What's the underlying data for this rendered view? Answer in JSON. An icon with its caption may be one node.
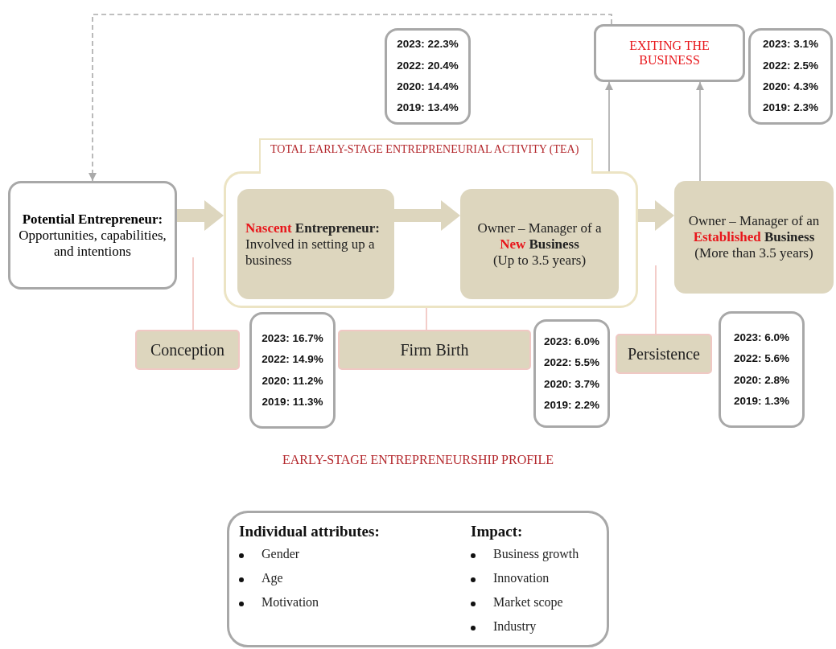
{
  "diagram": {
    "nodes": [
      {
        "text": [
          "Potential Entrepreneur:",
          "Opportunities, capabilities, and intentions"
        ]
      },
      {
        "text": [
          "TOTAL EARLY-STAGE ENTREPRENEURIAL ACTIVITY (TEA)"
        ]
      },
      {
        "text": [
          "**Nascent** Entrepreneur:",
          "Involved in setting up a business"
        ],
        "in": 1
      },
      {
        "text": [
          "Owner – Manager of a **New** **Business**",
          "(Up to 3.5 years)"
        ],
        "in": 1
      },
      {
        "text": [
          "Owner – Manager of an **Established** **Business**",
          "(More than 3.5 years)"
        ]
      },
      {
        "text": [
          "EXITING THE BUSINESS"
        ]
      },
      {
        "text": [
          "2023: 22.3%",
          "2022: 20.4%",
          "2020: 14.4%",
          "2019: 13.4%"
        ]
      },
      {
        "text": [
          "2023: 3.1%",
          "2022: 2.5%",
          "2020: 4.3%",
          "2019: 2.3%"
        ]
      },
      {
        "text": [
          "Conception"
        ]
      },
      {
        "text": [
          "Firm Birth"
        ]
      },
      {
        "text": [
          "Persistence"
        ]
      },
      {
        "text": [
          "2023: 16.7%",
          "2022: 14.9%",
          "2020: 11.2%",
          "2019: 11.3%"
        ]
      },
      {
        "text": [
          "2023: 6.0%",
          "2022: 5.5%",
          "2020: 3.7%",
          "2019: 2.2%"
        ]
      },
      {
        "text": [
          "2023: 6.0%",
          "2022: 5.6%",
          "2020: 2.8%",
          "2019: 1.3%"
        ]
      },
      {
        "text": [
          "Individual attributes:",
          "Gender",
          "Age",
          "Motivation",
          "Impact:",
          "Business growth",
          "Innovation",
          "Market scope",
          "Industry"
        ]
      }
    ],
    "edges": [
      {
        "from": 0,
        "to": 1,
        "arrow": "to",
        "style": "thick",
        "color": "#ddd6be"
      },
      {
        "from": 2,
        "to": 3,
        "arrow": "to",
        "style": "thick",
        "color": "#ddd6be"
      },
      {
        "from": 1,
        "to": 4,
        "arrow": "to",
        "style": "thick",
        "color": "#ddd6be"
      },
      {
        "from": 1,
        "to": 5,
        "arrow": "to",
        "color": "#aaaaaa"
      },
      {
        "from": 4,
        "to": 5,
        "arrow": "to",
        "color": "#aaaaaa"
      },
      {
        "from": 5,
        "to": 0,
        "arrow": "to",
        "style": "dashed",
        "color": "#aaaaaa"
      },
      {
        "from": 8,
        "to": null,
        "arrow": "none",
        "color": "#f0c0bc"
      },
      {
        "from": 9,
        "to": 1,
        "arrow": "none",
        "color": "#f0c0bc"
      },
      {
        "from": 10,
        "to": null,
        "arrow": "none",
        "color": "#f0c0bc"
      }
    ],
    "labels": [
      "EARLY-STAGE ENTREPRENEURSHIP PROFILE"
    ]
  }
}
